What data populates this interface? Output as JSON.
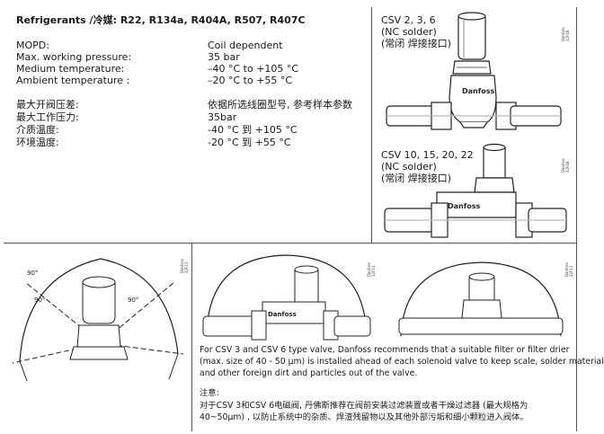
{
  "refrigerants": {
    "label": "Refrigerants /冷媒: ",
    "value": "R22, R134a, R404A, R507, R407C"
  },
  "specs_en": [
    {
      "label": "MOPD:",
      "value": "Coil dependent"
    },
    {
      "label": "Max. working pressure:",
      "value": "35 bar"
    },
    {
      "label": "Medium temperature:",
      "value": "–40 °C to +105 °C"
    },
    {
      "label": "Ambient temperature :",
      "value": "–20 °C to +55 °C"
    }
  ],
  "specs_cn": [
    {
      "label": "最大开阀压差:",
      "value": "依据所选线圈型号, 参考样本参数"
    },
    {
      "label": "最大工作压力:",
      "value": "35bar"
    },
    {
      "label": "介质温度:",
      "value": "-40 °C 到  +105 °C"
    },
    {
      "label": "环境温度:",
      "value": "-20 °C 到  +55 °C"
    }
  ],
  "valve_small": {
    "line1": "CSV 2, 3, 6",
    "line2": "(NC solder)",
    "line3": "(常闭  焊接接口)"
  },
  "valve_large": {
    "line1": "CSV 10, 15, 20, 22",
    "line2": "(NC solder)",
    "line3": "(常闭  焊接接口)"
  },
  "brand": "Danfoss",
  "angles": {
    "a1": "90°",
    "a2": "90°",
    "a3": "90°"
  },
  "note_en": [
    "For CSV 3 and CSV 6 type valve, Danfoss recommends that a suitable filter or filter drier",
    "(max. size of 40 - 50 µm) is installed ahead of each solenoid valve to keep scale, solder material",
    "and other foreign dirt and particles out of the valve."
  ],
  "note_cn_title": "注意:",
  "note_cn": [
    "对于CSV 3和CSV 6电磁阀, 丹佛斯推荐在阀前安装过滤装置或者干燥过滤器 (最大规格为",
    "40~50μm) , 以防止系统中的杂质、焊渣残留物以及其他外部污垢和细小颗粒进入阀体。"
  ]
}
